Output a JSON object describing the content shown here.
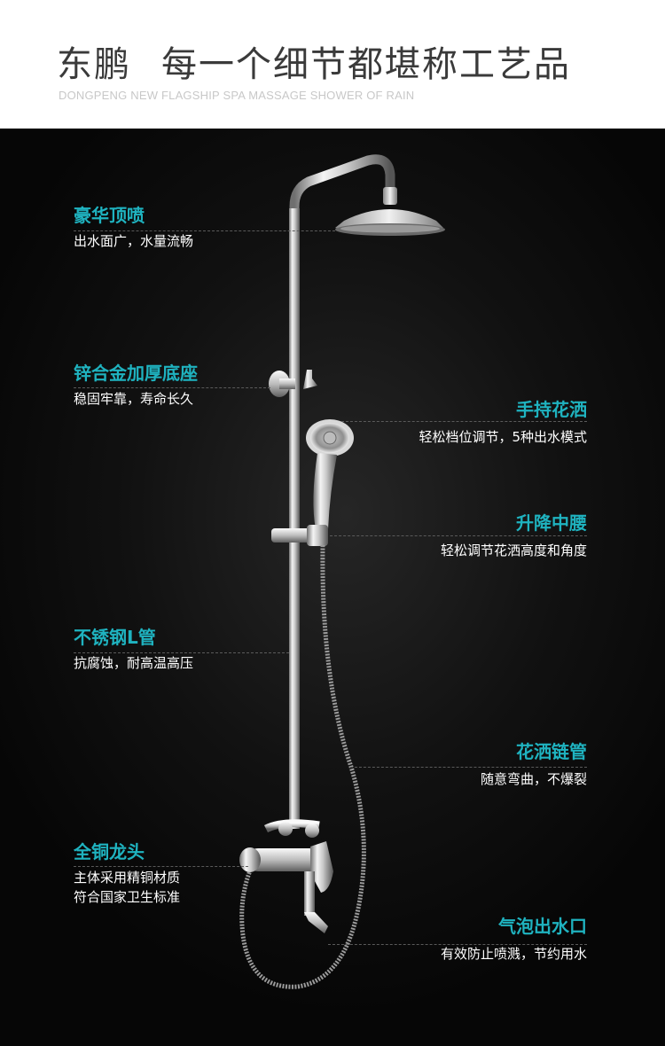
{
  "header": {
    "brand": "东鹏",
    "slogan": "每一个细节都堪称工艺品",
    "subtitle": "DONGPENG NEW FLAGSHIP SPA MASSAGE SHOWER OF RAIN"
  },
  "features": {
    "top_shower": {
      "name": "豪华顶喷",
      "desc": "出水面广，水量流畅"
    },
    "base": {
      "name": "锌合金加厚底座",
      "desc": "稳固牢靠，寿命长久"
    },
    "hand_shower": {
      "name": "手持花洒",
      "desc": "轻松档位调节，5种出水模式"
    },
    "slider": {
      "name": "升降中腰",
      "desc": "轻松调节花洒高度和角度"
    },
    "pipe": {
      "name": "不锈钢L管",
      "desc": "抗腐蚀，耐高温高压"
    },
    "hose": {
      "name": "花洒链管",
      "desc": "随意弯曲，不爆裂"
    },
    "faucet": {
      "name": "全铜龙头",
      "desc_line1": "主体采用精铜材质",
      "desc_line2": "符合国家卫生标准"
    },
    "aerator": {
      "name": "气泡出水口",
      "desc": "有效防止喷溅，节约用水"
    }
  },
  "colors": {
    "accent": "#1fb3c0",
    "background": "#0b0b0b",
    "text": "#ffffff",
    "title": "#3a3a3a"
  }
}
